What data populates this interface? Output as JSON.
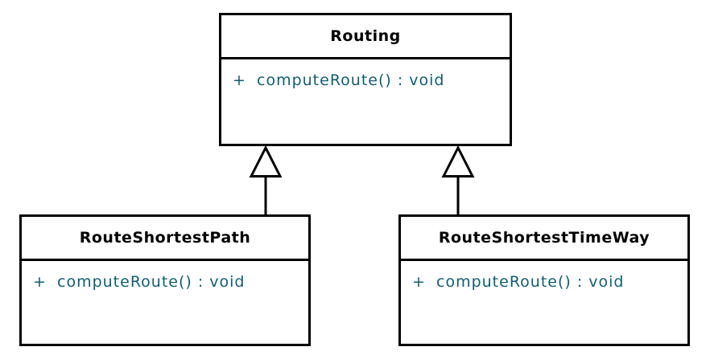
{
  "diagram": {
    "type": "uml-class-diagram",
    "colors": {
      "class_border": "#000000",
      "class_fill": "#ffffff",
      "title_text": "#000000",
      "member_text": "#0f5e75",
      "background": "#ffffff"
    },
    "classes": [
      {
        "name": "Routing",
        "methods": [
          {
            "visibility": "+",
            "signature": "computeRoute() : void"
          }
        ]
      },
      {
        "name": "RouteShortestPath",
        "methods": [
          {
            "visibility": "+",
            "signature": "computeRoute() : void"
          }
        ]
      },
      {
        "name": "RouteShortestTimeWay",
        "methods": [
          {
            "visibility": "+",
            "signature": "computeRoute() : void"
          }
        ]
      }
    ],
    "relations": [
      {
        "type": "generalization",
        "from": "RouteShortestPath",
        "to": "Routing"
      },
      {
        "type": "generalization",
        "from": "RouteShortestTimeWay",
        "to": "Routing"
      }
    ]
  }
}
